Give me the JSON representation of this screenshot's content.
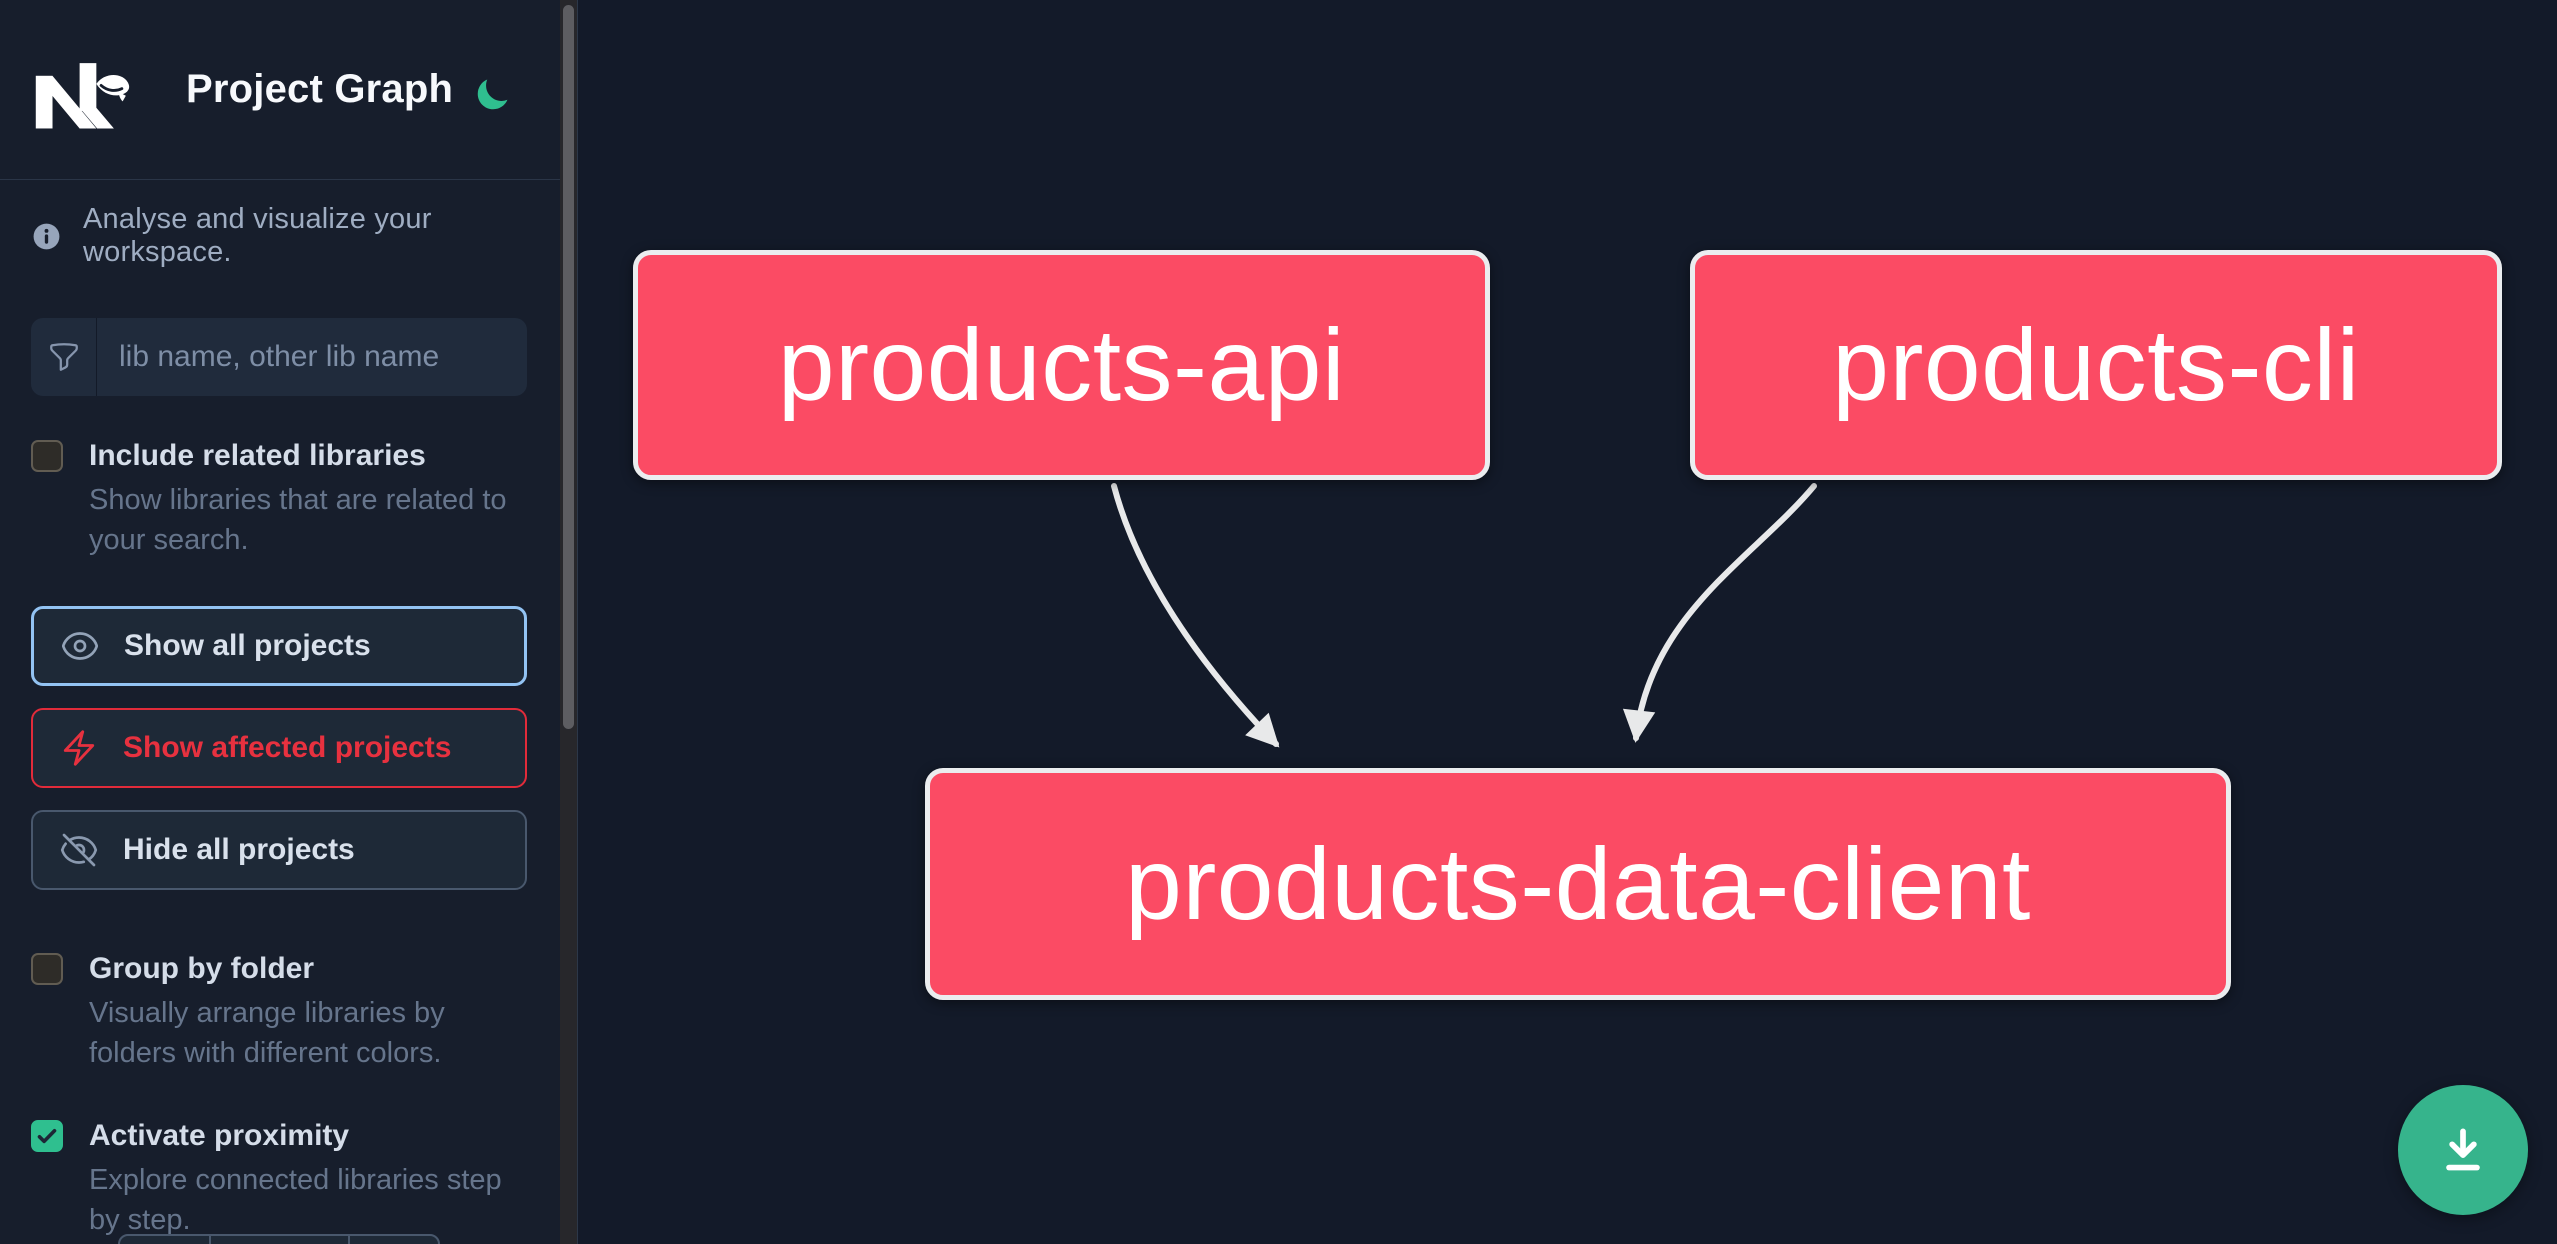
{
  "app": {
    "title": "Project Graph"
  },
  "header": {
    "title": "Project Graph",
    "logo_icon": "nx-logo",
    "theme_toggle_icon": "moon-icon"
  },
  "sidebar": {
    "info": {
      "icon": "info-circle-icon",
      "text": "Analyse and visualize your workspace."
    },
    "search": {
      "icon": "funnel-filter-icon",
      "placeholder": "lib name, other lib name",
      "value": ""
    },
    "options": [
      {
        "label": "Include related libraries",
        "description": "Show libraries that are related to your search.",
        "checked": false
      },
      {
        "label": "Group by folder",
        "description": "Visually arrange libraries by folders with different colors.",
        "checked": false
      },
      {
        "label": "Activate proximity",
        "description": "Explore connected libraries step by step.",
        "checked": true
      }
    ],
    "buttons": [
      {
        "label": "Show all projects",
        "icon": "eye-icon",
        "variant": "focused-blue"
      },
      {
        "label": "Show affected projects",
        "icon": "bolt-icon",
        "variant": "affected-red"
      },
      {
        "label": "Hide all projects",
        "icon": "eye-slash-icon",
        "variant": "default-gray"
      }
    ]
  },
  "graph": {
    "nodes": [
      {
        "id": "products-api",
        "label": "products-api"
      },
      {
        "id": "products-cli",
        "label": "products-cli"
      },
      {
        "id": "products-data-client",
        "label": "products-data-client"
      }
    ],
    "edges": [
      {
        "source": "products-api",
        "target": "products-data-client"
      },
      {
        "source": "products-cli",
        "target": "products-data-client"
      }
    ]
  },
  "fab": {
    "icon": "download-icon"
  },
  "colors": {
    "sidebar_bg": "#171e2c",
    "canvas_bg": "#131a29",
    "node_fill": "#fb4b64",
    "node_border": "#ebedef",
    "edge_stroke": "#e8e9ea",
    "accent_green": "#2fbf8f",
    "fab_green": "#36b48c",
    "affected_red": "#e5303d",
    "focus_blue": "#93c3f3",
    "slate_text": "#9fadc2"
  }
}
